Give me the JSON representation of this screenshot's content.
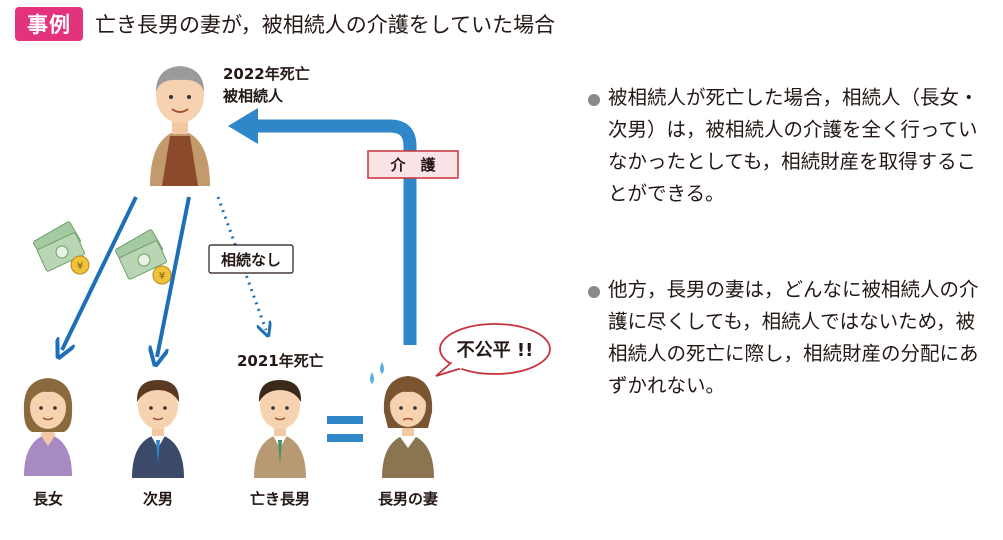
{
  "header": {
    "tag": "事例",
    "title": "亡き長男の妻が，被相続人の介護をしていた場合"
  },
  "diagram": {
    "deceased_year": "2022年死亡",
    "deceased_role": "被相続人",
    "care_label": "介　護",
    "no_inheritance_label": "相続なし",
    "son_death_year": "2021年死亡",
    "unfair_label": "不公平 !!",
    "persons": [
      {
        "label": "長女"
      },
      {
        "label": "次男"
      },
      {
        "label": "亡き長男"
      },
      {
        "label": "長男の妻"
      }
    ]
  },
  "notes": [
    "被相続人が死亡した場合，相続人（長女・次男）は，被相続人の介護を全く行っていなかったとしても，相続財産を取得することができる。",
    "他方，長男の妻は，どんなに被相続人の介護に尽くしても，相続人ではないため，被相続人の死亡に際し，相続財産の分配にあずかれない。"
  ],
  "colors": {
    "accent_pink": "#e4337d",
    "arrow_blue": "#1f6fb8",
    "care_arrow_blue": "#2f86c9",
    "label_red": "#c8323c",
    "label_bg": "#fbe4e6"
  }
}
